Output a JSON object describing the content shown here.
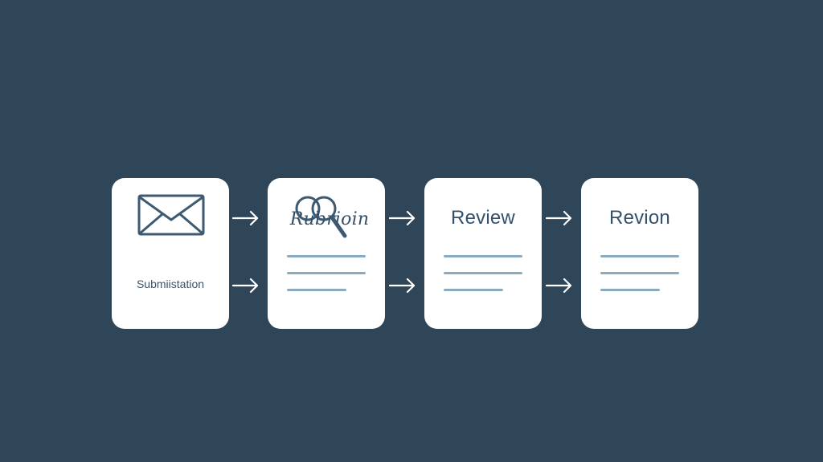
{
  "colors": {
    "background": "#2f4558",
    "card": "#ffffff",
    "text": "#34506a",
    "lines": "#8aabbe",
    "arrow": "#ffffff"
  },
  "cards": [
    {
      "icon": "envelope-icon",
      "label": "Submiistation"
    },
    {
      "icon": "magnifier-icon",
      "title": "Rubrioin",
      "text_lines": 3
    },
    {
      "title": "Review",
      "text_lines": 3
    },
    {
      "title": "Revion",
      "text_lines": 3
    }
  ],
  "connectors": {
    "icon": "arrow-right-icon",
    "rows": 2,
    "count_per_row": 3
  }
}
